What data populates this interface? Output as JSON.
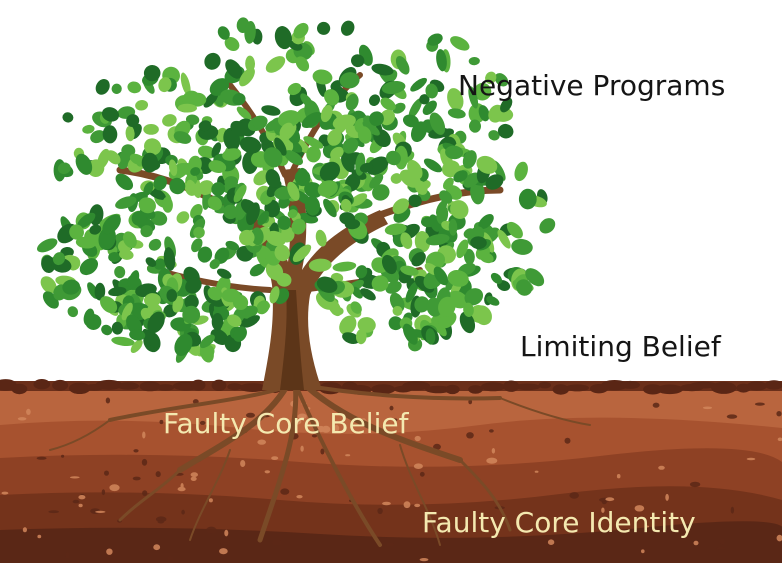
{
  "labels": {
    "negative_programs": "Negative Programs",
    "limiting_belief": "Limiting Belief",
    "faulty_core_belief": "Faulty Core Belief",
    "faulty_core_identity": "Faulty Core Identity"
  },
  "colors": {
    "soil_light_text": "#f4e9b0",
    "label_dark_text": "#151515",
    "foliage_dark": "#1f6b27",
    "foliage_mid": "#3f9a36",
    "foliage_light": "#7cc54c",
    "trunk": "#7a4a27",
    "soil_top": "#b5603b",
    "soil_deep": "#5a2a17"
  },
  "icons": {
    "tree": "tree-illustration",
    "roots": "root-system",
    "soil": "soil-layers"
  }
}
